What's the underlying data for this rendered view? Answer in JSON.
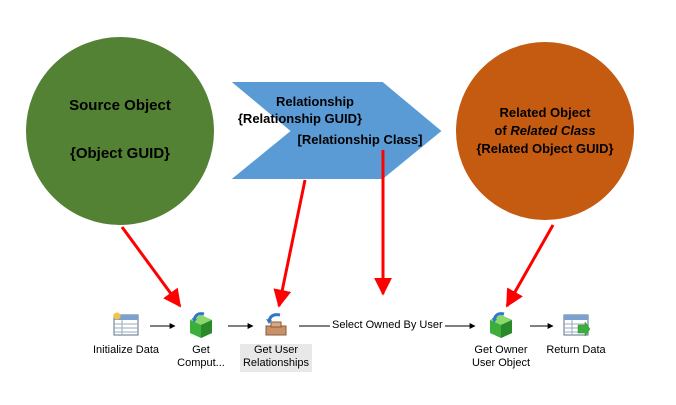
{
  "source": {
    "title": "Source Object",
    "guid": "{Object GUID}",
    "fill": "#538234"
  },
  "relationship": {
    "title": "Relationship",
    "guid": "{Relationship GUID}",
    "class": "[Relationship Class]",
    "fill": "#5b9bd5"
  },
  "related": {
    "line1": "Related Object",
    "line2_prefix": "of ",
    "line2_italic": "Related Class",
    "guid": "{Related Object GUID}",
    "fill": "#c55a11"
  },
  "arrow_color": "#ff0000",
  "workflow": {
    "steps": [
      {
        "label": "Initialize Data",
        "icon": "table-icon"
      },
      {
        "label": "Get\nComput...",
        "icon": "green-cube-icon"
      },
      {
        "label": "Get User\nRelationships",
        "icon": "relationship-icon",
        "selected": true
      },
      {
        "label": "Get Owner\nUser Object",
        "icon": "green-cube-icon"
      },
      {
        "label": "Return Data",
        "icon": "table-return-icon"
      }
    ],
    "edge_label": "Select Owned By User"
  }
}
